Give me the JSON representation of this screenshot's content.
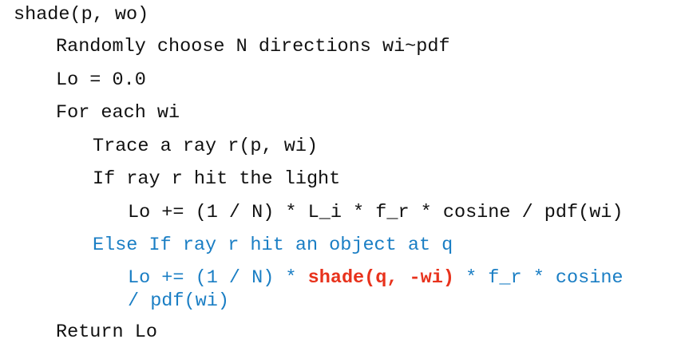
{
  "colors": {
    "text": "#111111",
    "branch_highlight": "#1a7ec4",
    "recursion_highlight": "#e8321c",
    "background": "#ffffff"
  },
  "pseudocode": {
    "signature": "shade(p, wo)",
    "line_choose": "Randomly choose N directions wi~pdf",
    "line_init": "Lo = 0.0",
    "line_for": "For each wi",
    "line_trace": "Trace a ray r(p, wi)",
    "line_if_light": "If ray r hit the light",
    "line_direct": "Lo += (1 / N) * L_i * f_r * cosine / pdf(wi)",
    "line_else_if": "Else If ray r hit an object at q",
    "line_indirect_prefix": "Lo += (1 / N) * ",
    "line_indirect_recursive": "shade(q, -wi)",
    "line_indirect_suffix": " * f_r * cosine",
    "line_indirect_cont": "/ pdf(wi)",
    "line_return": "Return Lo"
  }
}
